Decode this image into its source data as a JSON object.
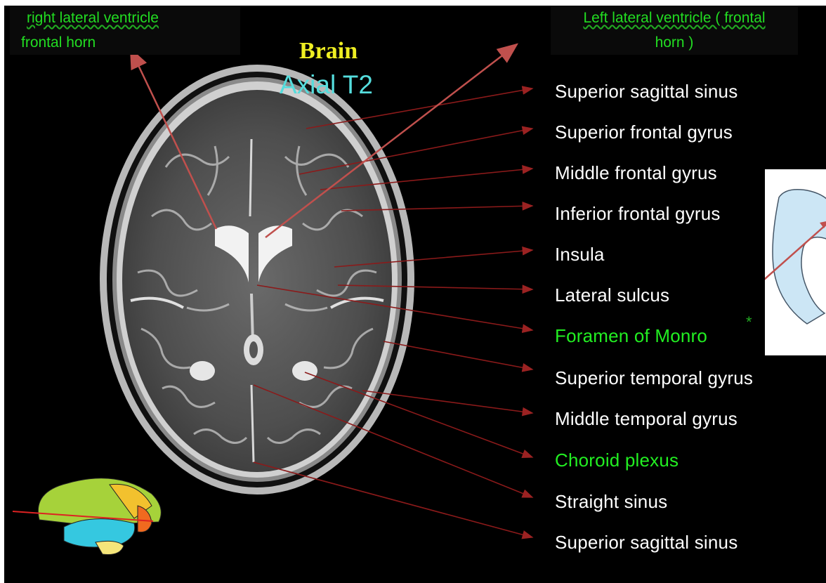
{
  "title": {
    "line1": "Brain",
    "line2": "Axial T2"
  },
  "top_left_label": {
    "line1": "right lateral ventricle",
    "line2": "frontal horn"
  },
  "top_right_label": {
    "line1": "Left lateral ventricle ( frontal",
    "line2": "horn )"
  },
  "labels": [
    {
      "text": "Superior sagittal sinus",
      "highlight": false
    },
    {
      "text": "Superior frontal gyrus",
      "highlight": false
    },
    {
      "text": "Middle frontal gyrus",
      "highlight": false
    },
    {
      "text": "Inferior frontal gyrus",
      "highlight": false
    },
    {
      "text": "Insula",
      "highlight": false
    },
    {
      "text": "Lateral sulcus",
      "highlight": false
    },
    {
      "text": "Foramen of Monro",
      "highlight": true
    },
    {
      "text": "Superior temporal gyrus",
      "highlight": false
    },
    {
      "text": "Middle temporal gyrus",
      "highlight": false
    },
    {
      "text": "Choroid plexus",
      "highlight": true
    },
    {
      "text": "Straight sinus",
      "highlight": false
    },
    {
      "text": "Superior sagittal sinus",
      "highlight": false
    }
  ],
  "inset_marker": "*",
  "colors": {
    "background": "#000000",
    "title_brain": "#eeee22",
    "title_axial": "#55dddd",
    "label": "#ffffff",
    "highlight_label": "#22ee22",
    "leader_line": "#8b1a1a",
    "ventricle_inset": "#cce6f5"
  }
}
